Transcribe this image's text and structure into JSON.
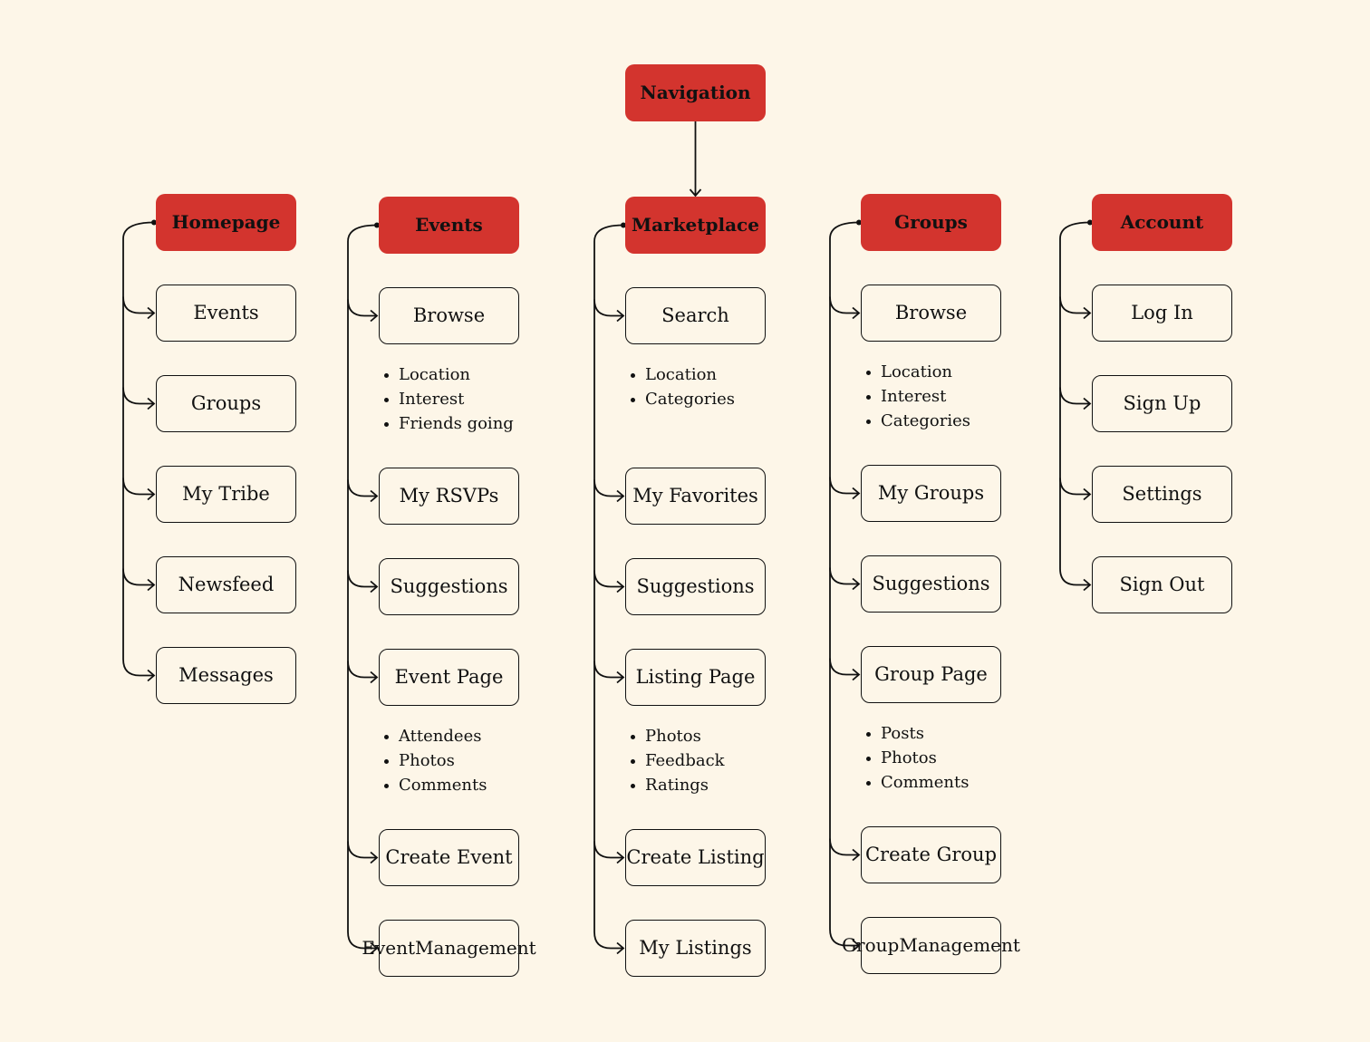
{
  "root": {
    "label": "Navigation"
  },
  "columns": [
    {
      "id": "homepage",
      "header": "Homepage",
      "items": [
        {
          "label": "Events"
        },
        {
          "label": "Groups"
        },
        {
          "label": "My Tribe"
        },
        {
          "label": "Newsfeed"
        },
        {
          "label": "Messages"
        }
      ]
    },
    {
      "id": "events",
      "header": "Events",
      "items": [
        {
          "label": "Browse",
          "bullets": [
            "Location",
            "Interest",
            "Friends going"
          ]
        },
        {
          "label": "My RSVPs"
        },
        {
          "label": "Suggestions"
        },
        {
          "label": "Event Page",
          "bullets": [
            "Attendees",
            "Photos",
            "Comments"
          ]
        },
        {
          "label": "Create Event"
        },
        {
          "label": "Event\nManagement"
        }
      ]
    },
    {
      "id": "marketplace",
      "header": "Marketplace",
      "items": [
        {
          "label": "Search",
          "bullets": [
            "Location",
            "Categories"
          ]
        },
        {
          "label": "My Favorites"
        },
        {
          "label": "Suggestions"
        },
        {
          "label": "Listing Page",
          "bullets": [
            "Photos",
            "Feedback",
            "Ratings"
          ]
        },
        {
          "label": "Create Listing"
        },
        {
          "label": "My Listings"
        }
      ]
    },
    {
      "id": "groups",
      "header": "Groups",
      "items": [
        {
          "label": "Browse",
          "bullets": [
            "Location",
            "Interest",
            "Categories"
          ]
        },
        {
          "label": "My Groups"
        },
        {
          "label": "Suggestions"
        },
        {
          "label": "Group Page",
          "bullets": [
            "Posts",
            "Photos",
            "Comments"
          ]
        },
        {
          "label": "Create Group"
        },
        {
          "label": "Group\nManagement"
        }
      ]
    },
    {
      "id": "account",
      "header": "Account",
      "items": [
        {
          "label": "Log In"
        },
        {
          "label": "Sign Up"
        },
        {
          "label": "Settings"
        },
        {
          "label": "Sign Out"
        }
      ]
    }
  ],
  "colors": {
    "header_fill": "#d3342e",
    "background": "#fdf6e8",
    "stroke": "#111111"
  }
}
